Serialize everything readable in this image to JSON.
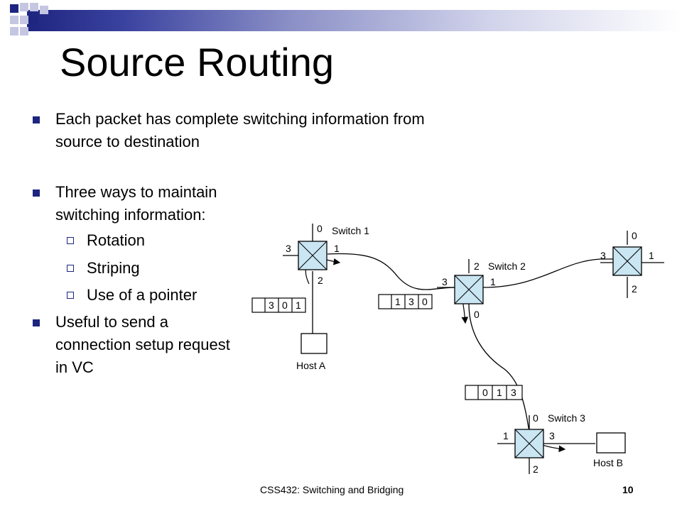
{
  "slide": {
    "title": "Source Routing",
    "bullets": [
      {
        "text": "Each packet has complete switching information from source to destination",
        "lines": [
          "Each packet has complete switching information from",
          "source to destination"
        ]
      },
      {
        "lines": [
          "Three ways to maintain",
          "switching information:"
        ]
      },
      {
        "lines": [
          "Useful to send a",
          "connection setup request",
          "in VC"
        ]
      }
    ],
    "sub_bullets": [
      "Rotation",
      "Striping",
      "Use of a pointer"
    ],
    "footer": {
      "course": "CSS432: Switching and Bridging",
      "page_number": "10"
    }
  },
  "diagram": {
    "switch1": {
      "label": "Switch 1",
      "ports": [
        "0",
        "1",
        "2",
        "3"
      ]
    },
    "switch2": {
      "label": "Switch 2",
      "ports": [
        "0",
        "1",
        "2",
        "3"
      ]
    },
    "switch3": {
      "label": "Switch 3",
      "ports": [
        "0",
        "1",
        "2",
        "3"
      ]
    },
    "switch4": {
      "ports": [
        "0",
        "1",
        "2",
        "3"
      ]
    },
    "host_a": "Host A",
    "host_b": "Host B",
    "header1": [
      "3",
      "0",
      "1"
    ],
    "header2": [
      "1",
      "3",
      "0"
    ],
    "header3": [
      "0",
      "1",
      "3"
    ]
  },
  "colors": {
    "accent": "#1d2580",
    "switch_fill": "#c9e6f2"
  }
}
